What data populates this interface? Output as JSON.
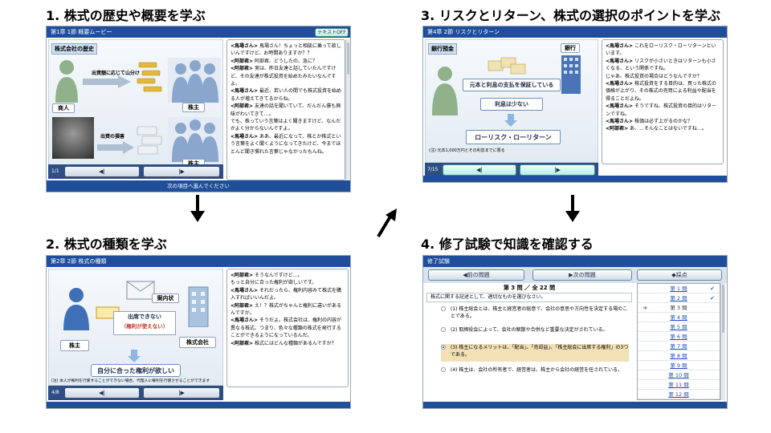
{
  "steps": [
    {
      "title": "1. 株式の歴史や概要を学ぶ"
    },
    {
      "title": "2. 株式の種類を学ぶ"
    },
    {
      "title": "3. リスクとリターン、株式の選択のポイントを学ぶ"
    },
    {
      "title": "4. 修了試験で知識を確認する"
    }
  ],
  "screen1": {
    "titlebar": "第1章 1節 概要ムービー",
    "text_off_button": "テキストOFF",
    "section_label": "株式会社の歴史",
    "labels": {
      "dividend": "出資額に応じて山分け",
      "loss": "出資の損害",
      "merchant": "商人",
      "shareholder_a": "株主",
      "shareholder_b": "株主"
    },
    "dialogue": [
      {
        "speaker": "<馬場さん>",
        "text": " 馬場さん！ちょっと相談に乗って欲しいんですけど、お時間ありますか？？"
      },
      {
        "speaker": "<阿部君>",
        "text": " 阿部君、どうしたの、急に？"
      },
      {
        "speaker": "<阿部君>",
        "text": " 実は、昨日友達と話していたんですけど、その友達が株式投資を始めたみたいなんですよ。"
      },
      {
        "speaker": "<馬場さん>",
        "text": " 最近、若い人の間でも株式投資を始める人が増えてきてるからね。"
      },
      {
        "speaker": "<阿部君>",
        "text": " 友達の話を聞いていて、だんだん僕も興味がわいてきて…。"
      },
      {
        "speaker": "",
        "text": "でも、株っていう言葉はよく聞きますけど、なんだかよく分からないんですよ。"
      },
      {
        "speaker": "<馬場さん>",
        "text": " ああ、最近になって、株とか株式という言葉をよく聞くようになってきたけど、今までほとんど聞き慣れた言葉じゃなかったもんね。"
      }
    ],
    "page": "1/1",
    "prev_icon": "◀|",
    "next_icon": "|▶",
    "footer": "次の項目へ進んでください"
  },
  "screen2": {
    "titlebar": "第2章 2節 株式の種類",
    "labels": {
      "invitation": "案内状",
      "shareholder": "株主",
      "company": "株式会社",
      "cannot_attend": "出席できない",
      "no_voting_right": "（権利が使えない）",
      "want_rights": "自分に合った権利が欲しい",
      "footnote": "(注) 本人が権利を行使することができない場合、代理人に権利を行使させることができます"
    },
    "dialogue": [
      {
        "speaker": "<阿部君>",
        "text": " そうなんですけど…。"
      },
      {
        "speaker": "",
        "text": "もっと自分に合った権利が欲しいです。"
      },
      {
        "speaker": "<馬場さん>",
        "text": " それだったら、権利内容みて株式を購入すればいいんだよ。"
      },
      {
        "speaker": "<阿部君>",
        "text": " え！？株式がちゃんと権利に違いがあるんですか。"
      },
      {
        "speaker": "<馬場さん>",
        "text": " そうだよ。株式会社は、権利の内容が異なる株式、つまり、色々な種類の株式を発行することができるようになっているんだ。"
      },
      {
        "speaker": "<阿部君>",
        "text": " 株式にはどんな種類があるんですか？"
      }
    ],
    "page": "4/8",
    "prev_icon": "◀|",
    "next_icon": "|▶"
  },
  "screen3": {
    "titlebar": "第4章 2節 リスクとリターン",
    "section_label": "銀行預金",
    "labels": {
      "bank": "銀行",
      "guarantee": "元本と利息の支払を保証している",
      "low_interest": "利息は少ない",
      "low_risk": "ローリスク・ローリターン",
      "footnote": "(注) 元本1,000万円とその利息までに限る"
    },
    "dialogue": [
      {
        "speaker": "<馬場さん>",
        "text": " これをローリスク・ローリターンといいます。"
      },
      {
        "speaker": "<馬場さん>",
        "text": " リスクが小さいときはリターンも小さくなる、という関係ですね。"
      },
      {
        "speaker": "",
        "text": "じゃあ、株式投資の場合はどうなんですか？"
      },
      {
        "speaker": "<馬場さん>",
        "text": " 株式投資をする目的は、買った株式の価格が上がり、その株式の売買による利益や配当を得ることだよね。"
      },
      {
        "speaker": "<馬場さん>",
        "text": " そうですね、株式投資の目的はリターンですね。"
      },
      {
        "speaker": "<馬場さん>",
        "text": " 株価は必ず上がるのかな？"
      },
      {
        "speaker": "<阿部君>",
        "text": " あ、…そんなことはないですね…。"
      }
    ],
    "page": "7/15",
    "prev_icon": "◀|",
    "next_icon": "|▶"
  },
  "screen4": {
    "titlebar": "修了試験",
    "buttons": {
      "prev": "◀前の問題",
      "next": "▶次の問題",
      "grade": "◆採点"
    },
    "question_header": "第 3 問 ／ 全 22 問",
    "stem": "株式に関する記述として、適切なものを選びなさい。",
    "options": [
      {
        "text": "(1) 株主総会とは、株主と経営者の総意で、会社の意思や方向性を決定する場のことである。",
        "selected": false
      },
      {
        "text": "(2) 取締役会によって、会社の解散や合併など重要な決定がされている。",
        "selected": false
      },
      {
        "text": "(3) 株主になるメリットは、「配当」、「売却益」、「株主総会に出席する権利」の3つである。",
        "selected": true
      },
      {
        "text": "(4) 株主は、会社の所有者で、経営者は、株主から会社の経営を任されている。",
        "selected": false
      }
    ],
    "question_list": [
      {
        "label": "第 1 問",
        "state": "answered"
      },
      {
        "label": "第 2 問",
        "state": "answered"
      },
      {
        "label": "第 3 問",
        "state": "current"
      },
      {
        "label": "第 4 問",
        "state": ""
      },
      {
        "label": "第 5 問",
        "state": ""
      },
      {
        "label": "第 6 問",
        "state": ""
      },
      {
        "label": "第 7 問",
        "state": ""
      },
      {
        "label": "第 8 問",
        "state": ""
      },
      {
        "label": "第 9 問",
        "state": ""
      },
      {
        "label": "第 10 問",
        "state": ""
      },
      {
        "label": "第 11 問",
        "state": ""
      },
      {
        "label": "第 12 問",
        "state": ""
      }
    ],
    "check_icon": "✔",
    "current_icon": "➜"
  },
  "colors": {
    "titlebar": "#1f4f9b",
    "nav_bg": "#2e4f86",
    "selected_option": "#f2e0b6",
    "link": "#1f4fb0"
  }
}
